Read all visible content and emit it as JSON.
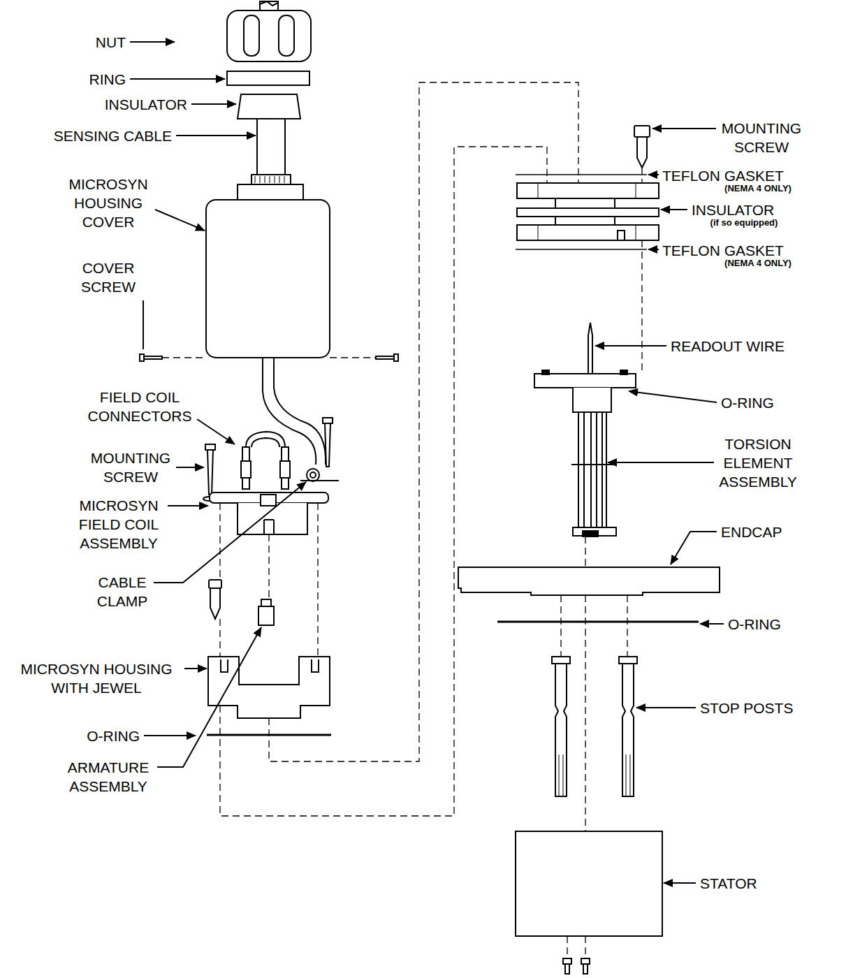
{
  "diagram": {
    "labels": [
      "NUT",
      "RING",
      "INSULATOR",
      "SENSING CABLE",
      "MICROSYN HOUSING COVER",
      "COVER SCREW",
      "FIELD COIL CONNECTORS",
      "MOUNTING SCREW",
      "MICROSYN FIELD COIL ASSEMBLY",
      "CABLE CLAMP",
      "MICROSYN HOUSING WITH JEWEL",
      "O-RING",
      "ARMATURE ASSEMBLY",
      "MOUNTING SCREW",
      "TEFLON GASKET",
      "(NEMA 4 ONLY)",
      "INSULATOR",
      "(if so equipped)",
      "TEFLON GASKET",
      "(NEMA 4 ONLY)",
      "READOUT WIRE",
      "O-RING",
      "TORSION ELEMENT ASSEMBLY",
      "ENDCAP",
      "O-RING",
      "STOP POSTS",
      "STATOR"
    ]
  }
}
